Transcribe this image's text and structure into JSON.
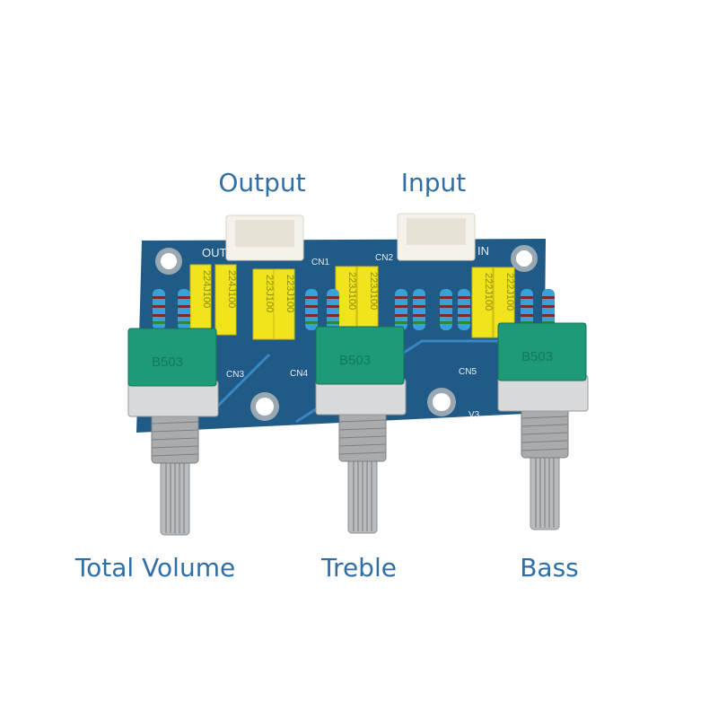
{
  "labels": {
    "output": "Output",
    "input": "Input",
    "total_volume": "Total Volume",
    "treble": "Treble",
    "bass": "Bass"
  },
  "silkscreen": {
    "out": "OUT",
    "in": "IN",
    "cn1": "CN1",
    "cn2": "CN2",
    "cn3": "CN3",
    "cn4": "CN4",
    "cn5": "CN5",
    "v3": "V3"
  },
  "capacitors": [
    "224J100",
    "224J100",
    "223J100",
    "223J100",
    "223J100",
    "223J100",
    "222J100",
    "222J100"
  ],
  "potentiometers": [
    "B503",
    "B503",
    "B503"
  ],
  "colors": {
    "label_text": "#2f6fa6",
    "pcb": "#1f5b86",
    "capacitor": "#f2e41c",
    "pot_body": "#1e9a78",
    "connector": "#f4f2ea"
  }
}
